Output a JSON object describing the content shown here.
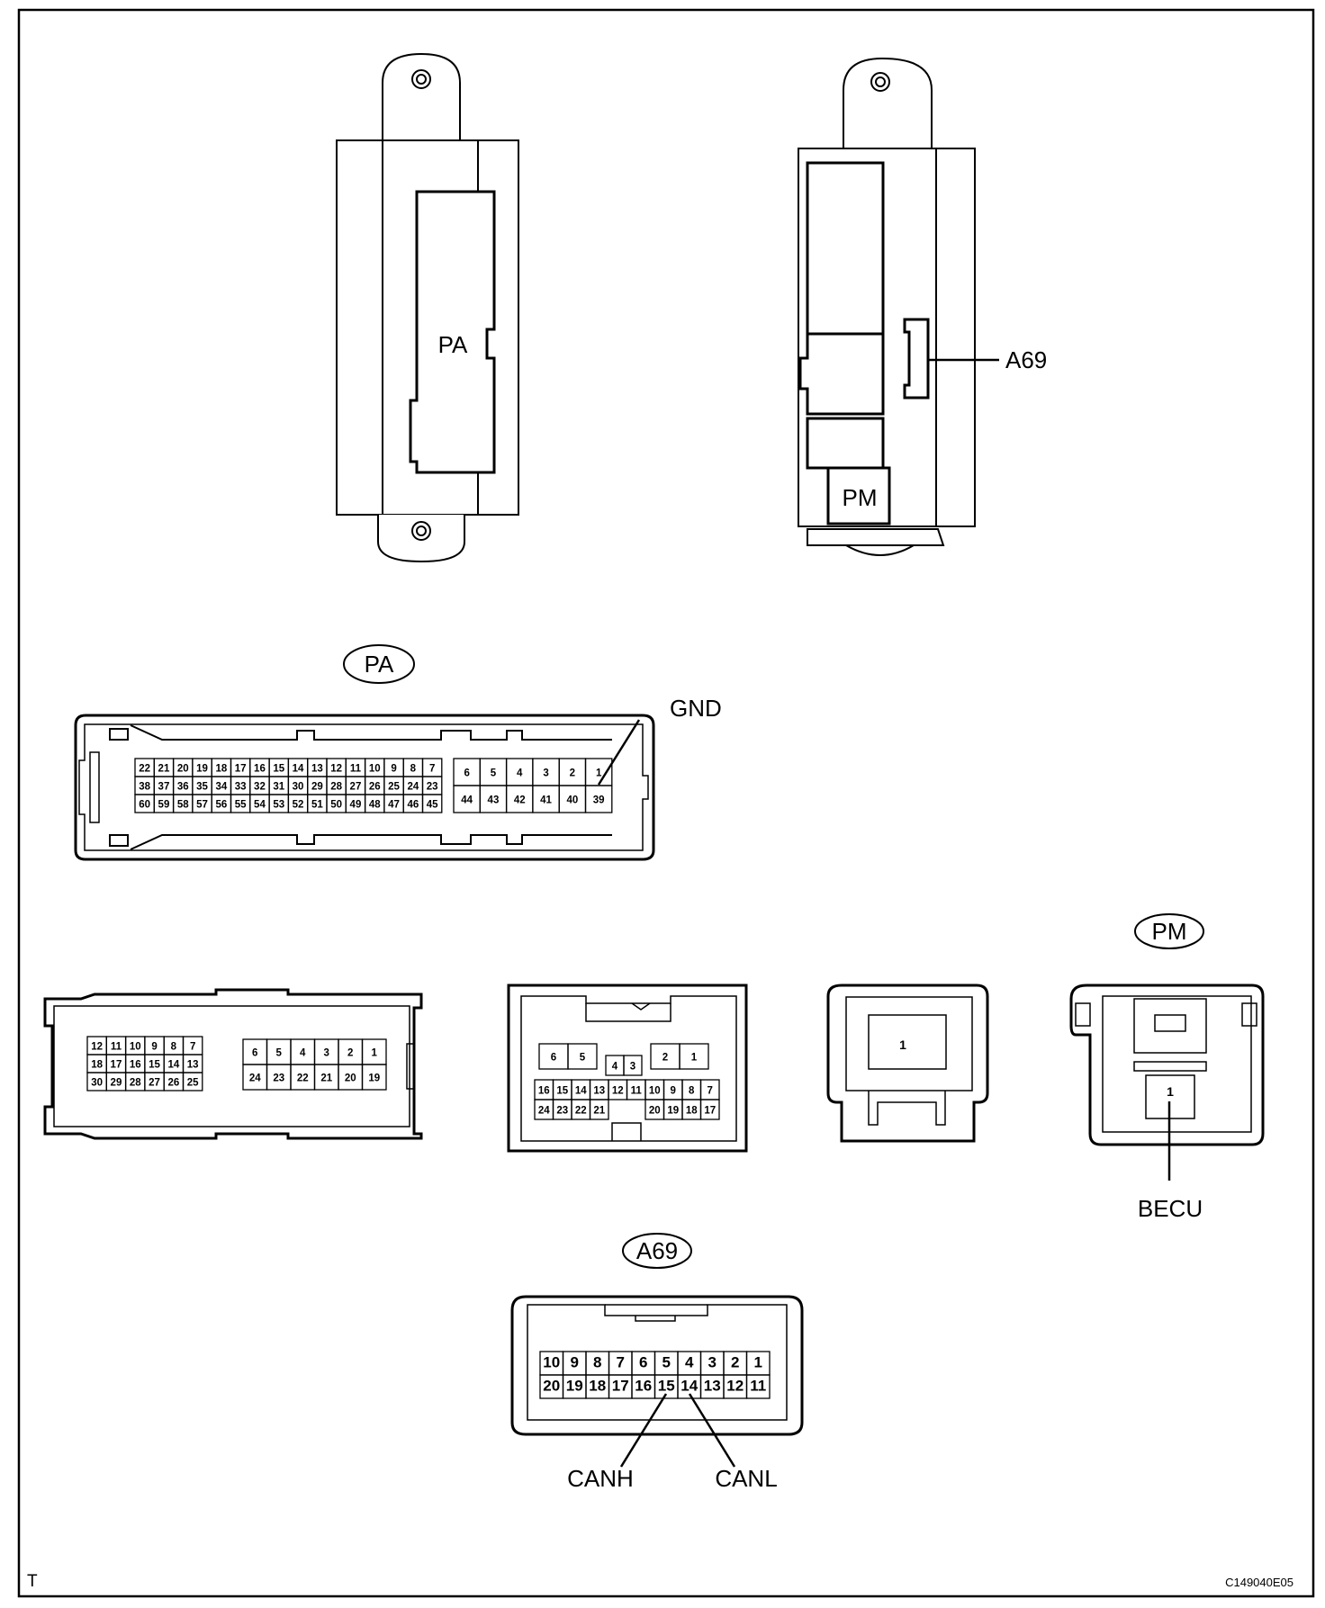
{
  "labels": {
    "pa_on_box": "PA",
    "pm_on_box": "PM",
    "a69_callout": "A69",
    "pa_connector_title": "PA",
    "pm_connector_title": "PM",
    "a69_connector_title": "A69",
    "gnd": "GND",
    "becu": "BECU",
    "canh": "CANH",
    "canl": "CANL"
  },
  "footer": {
    "left": "T",
    "right": "C149040E05"
  },
  "pa_pins": {
    "left_rows": [
      [
        "22",
        "21",
        "20",
        "19",
        "18",
        "17",
        "16",
        "15",
        "14",
        "13",
        "12",
        "11",
        "10",
        "9",
        "8",
        "7"
      ],
      [
        "38",
        "37",
        "36",
        "35",
        "34",
        "33",
        "32",
        "31",
        "30",
        "29",
        "28",
        "27",
        "26",
        "25",
        "24",
        "23"
      ],
      [
        "60",
        "59",
        "58",
        "57",
        "56",
        "55",
        "54",
        "53",
        "52",
        "51",
        "50",
        "49",
        "48",
        "47",
        "46",
        "45"
      ]
    ],
    "right_top": [
      "6",
      "5",
      "4",
      "3",
      "2",
      "1"
    ],
    "right_bottom": [
      "44",
      "43",
      "42",
      "41",
      "40",
      "39"
    ]
  },
  "c30_pins": {
    "left_rows": [
      [
        "12",
        "11",
        "10",
        "9",
        "8",
        "7"
      ],
      [
        "18",
        "17",
        "16",
        "15",
        "14",
        "13"
      ],
      [
        "30",
        "29",
        "28",
        "27",
        "26",
        "25"
      ]
    ],
    "right_rows": [
      [
        "6",
        "5",
        "4",
        "3",
        "2",
        "1"
      ],
      [
        "24",
        "23",
        "22",
        "21",
        "20",
        "19"
      ]
    ]
  },
  "c24_pins": {
    "top_left": [
      "6",
      "5"
    ],
    "top_right": [
      "2",
      "1"
    ],
    "center": [
      "4",
      "3"
    ],
    "row2": [
      "16",
      "15",
      "14",
      "13",
      "12",
      "11",
      "10",
      "9",
      "8",
      "7"
    ],
    "row3_left": [
      "24",
      "23",
      "22",
      "21"
    ],
    "row3_right": [
      "20",
      "19",
      "18",
      "17"
    ]
  },
  "c1_pin": "1",
  "pm_pin": "1",
  "a69_pins": {
    "row1": [
      "10",
      "9",
      "8",
      "7",
      "6",
      "5",
      "4",
      "3",
      "2",
      "1"
    ],
    "row2": [
      "20",
      "19",
      "18",
      "17",
      "16",
      "15",
      "14",
      "13",
      "12",
      "11"
    ]
  }
}
